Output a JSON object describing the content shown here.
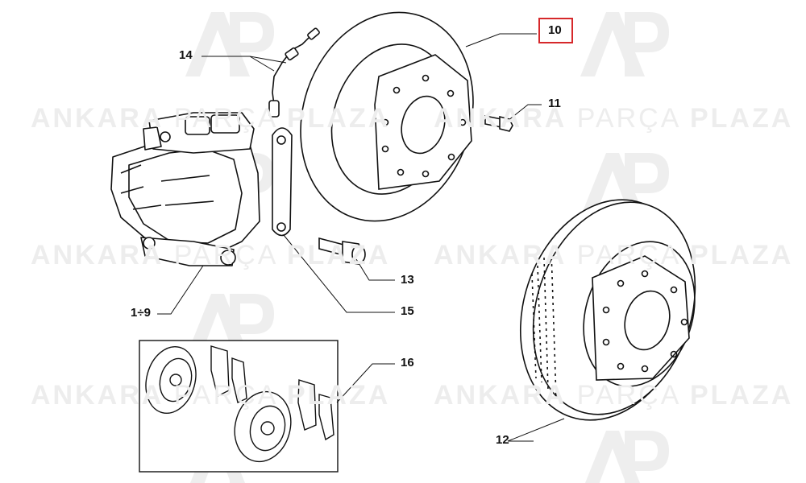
{
  "watermark": {
    "brand_bold_1": "ANKARA",
    "brand_regular": "PARÇA",
    "brand_bold_2": "PLAZA",
    "logo_letters": "AP"
  },
  "callouts": {
    "c10": "10",
    "c11": "11",
    "c12": "12",
    "c13": "13",
    "c14": "14",
    "c15": "15",
    "c16": "16",
    "c1_9": "1÷9"
  },
  "colors": {
    "highlight_box": "#d6282b",
    "line_art": "#111111",
    "watermark": "#ededed"
  }
}
